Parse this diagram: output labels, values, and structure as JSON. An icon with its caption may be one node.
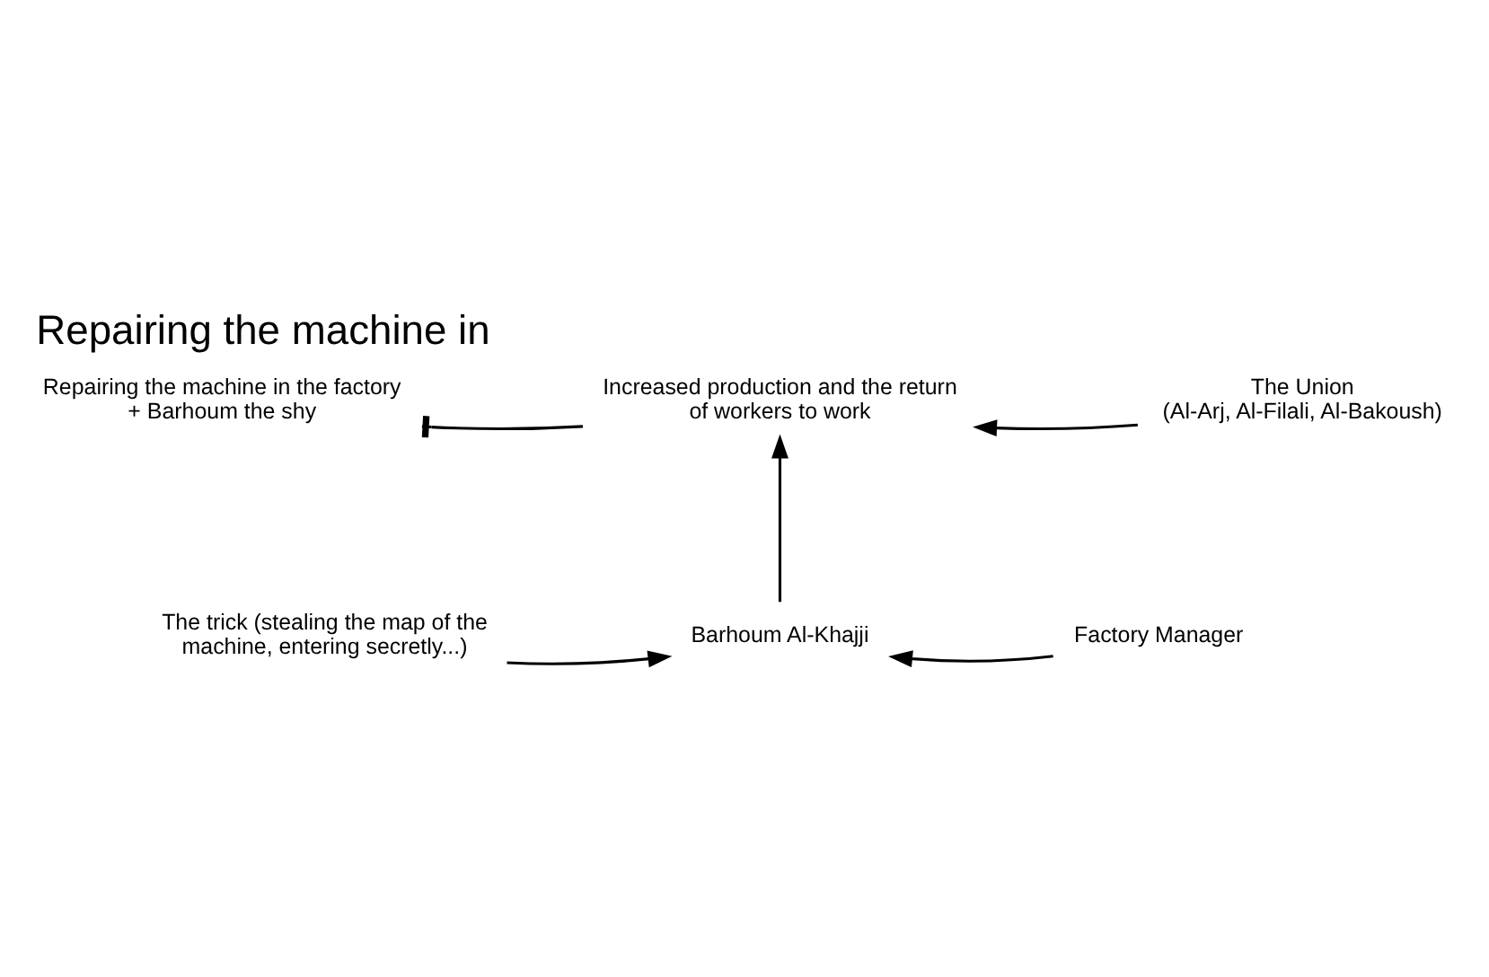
{
  "diagram": {
    "title": "Repairing the machine in",
    "nodes": [
      {
        "text": [
          "Repairing the machine in the factory + Barhoum the shy"
        ]
      },
      {
        "text": [
          "Increased production and the return of workers to work"
        ]
      },
      {
        "text": [
          "The Union",
          "(Al-Arj, Al-Filali, Al-Bakoush)"
        ]
      },
      {
        "text": [
          "The trick (stealing the map of the machine, entering secretly...)"
        ]
      },
      {
        "text": [
          "Barhoum Al-Khajji"
        ]
      },
      {
        "text": [
          "Factory Manager"
        ]
      }
    ],
    "edges": [
      {
        "from": 1,
        "to": 0,
        "arrow": "other"
      },
      {
        "from": 2,
        "to": 1,
        "arrow": "to"
      },
      {
        "from": 3,
        "to": 4,
        "arrow": "to"
      },
      {
        "from": 5,
        "to": 4,
        "arrow": "to"
      },
      {
        "from": 4,
        "to": 1,
        "arrow": "to"
      }
    ]
  }
}
